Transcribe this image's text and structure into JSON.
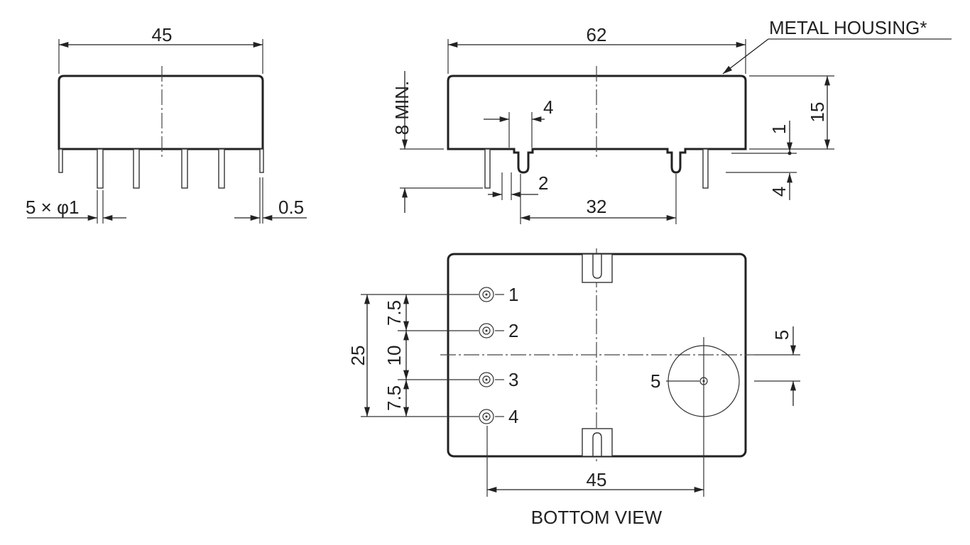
{
  "drawing": {
    "side_view": {
      "width_label": "45",
      "pin_diameter_label": "5 × φ1",
      "pin_offset_label": "0.5"
    },
    "front_view": {
      "length_label": "62",
      "housing_note": "METAL HOUSING*",
      "min_pin_label": "8 MIN.",
      "standoff_width_label": "4",
      "standoff_tip_label": "2",
      "standoff_spacing_label": "32",
      "height_label": "15",
      "offset_top_label": "1",
      "offset_bottom_label": "4"
    },
    "bottom_view": {
      "title": "BOTTOM VIEW",
      "pin_labels": [
        "1",
        "2",
        "3",
        "4",
        "5"
      ],
      "pin_span_label": "25",
      "spacing_labels": [
        "7.5",
        "10",
        "7.5"
      ],
      "horizontal_spacing_label": "45",
      "pin5_offset_label": "5"
    }
  }
}
